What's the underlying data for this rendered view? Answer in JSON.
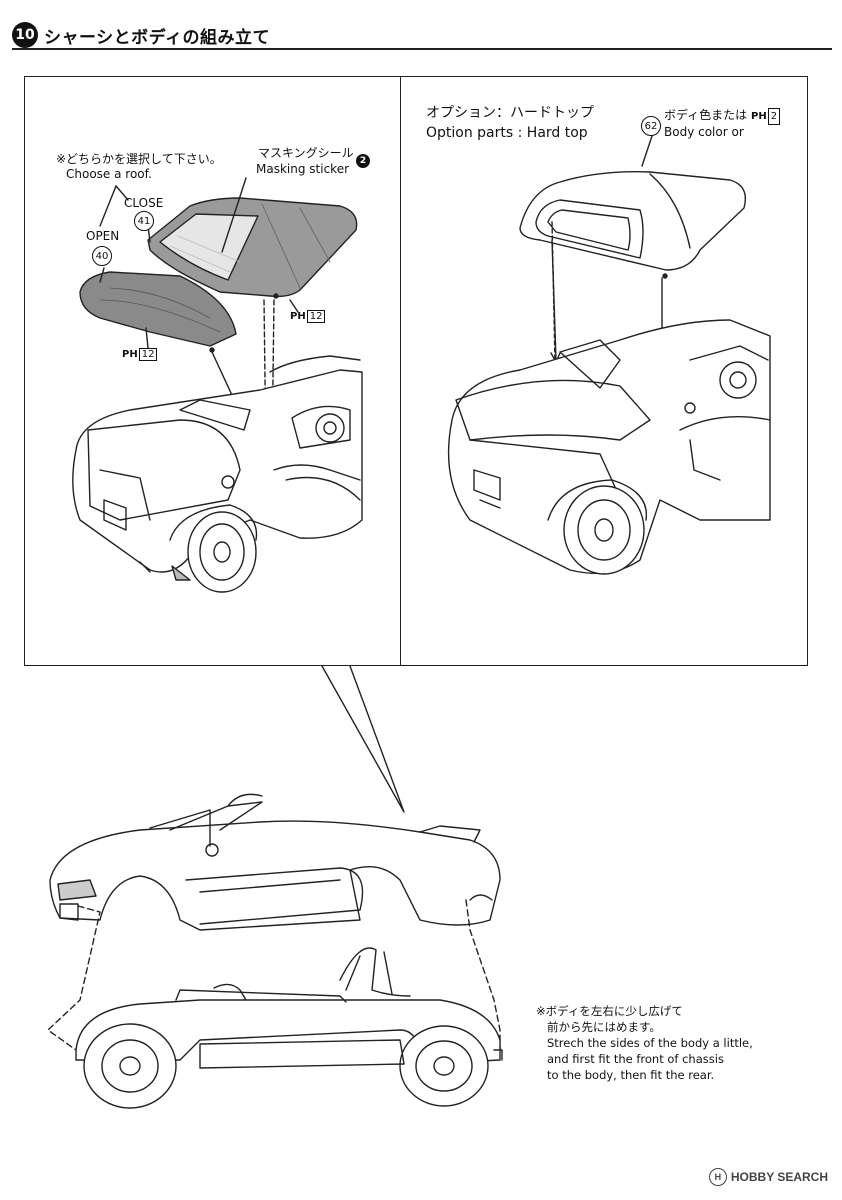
{
  "step": {
    "number": "10",
    "title": "シャーシとボディの組み立て"
  },
  "left_panel": {
    "choose_jp": "※どちらかを選択して下さい。",
    "choose_en": "Choose a roof.",
    "close_label": "CLOSE",
    "open_label": "OPEN",
    "close_part": "41",
    "open_part": "40",
    "masking_jp": "マスキングシール",
    "masking_en": "Masking sticker",
    "masking_num": "2",
    "paint_close": {
      "prefix": "PH",
      "code": "12"
    },
    "paint_open": {
      "prefix": "PH",
      "code": "12"
    }
  },
  "right_panel": {
    "option_jp": "オプション：ハードトップ",
    "option_en": "Option parts : Hard top",
    "part": "62",
    "body_color_jp": "ボディ色または",
    "body_color_code": {
      "prefix": "PH",
      "code": "2"
    },
    "body_color_en": "Body color or"
  },
  "bottom": {
    "note_jp_1": "※ボディを左右に少し広げて",
    "note_jp_2": "前から先にはめます。",
    "note_en_1": "Strech the sides of the body a little,",
    "note_en_2": "and first fit the front of chassis",
    "note_en_3": "to the body, then fit the rear."
  },
  "watermark": {
    "text": "HOBBY SEARCH"
  }
}
